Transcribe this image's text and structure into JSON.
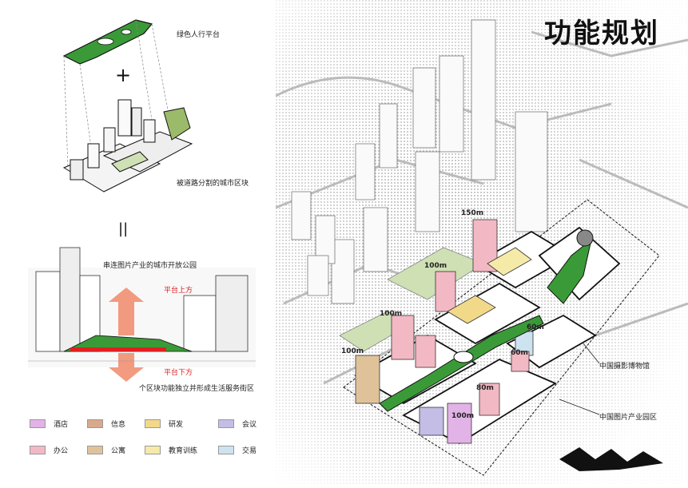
{
  "title": "功能规划",
  "left": {
    "step1_label": "绿色人行平台",
    "plus": "+",
    "step2_label": "被道路分割的城市区块",
    "equals": "||",
    "result_label": "串连图片产业的城市开放公园",
    "above_label": "平台上方",
    "below_label": "平台下方",
    "bottom_caption": "个区块功能独立并形成生活服务街区"
  },
  "legend": [
    {
      "label": "酒店",
      "color": "#e2b3e6"
    },
    {
      "label": "信息",
      "color": "#d9a98d"
    },
    {
      "label": "研发",
      "color": "#f2d98a"
    },
    {
      "label": "会议",
      "color": "#c4bde6"
    },
    {
      "label": "办公",
      "color": "#f2b9c4"
    },
    {
      "label": "公寓",
      "color": "#e0c29a"
    },
    {
      "label": "教育训练",
      "color": "#f6eaa8"
    },
    {
      "label": "交易",
      "color": "#cde3ef"
    }
  ],
  "annotations": {
    "museum": "中国摄影博物馆",
    "park": "中国图片产业园区"
  },
  "heights": [
    "150m",
    "100m",
    "100m",
    "100m",
    "60m",
    "60m",
    "80m",
    "100m"
  ]
}
